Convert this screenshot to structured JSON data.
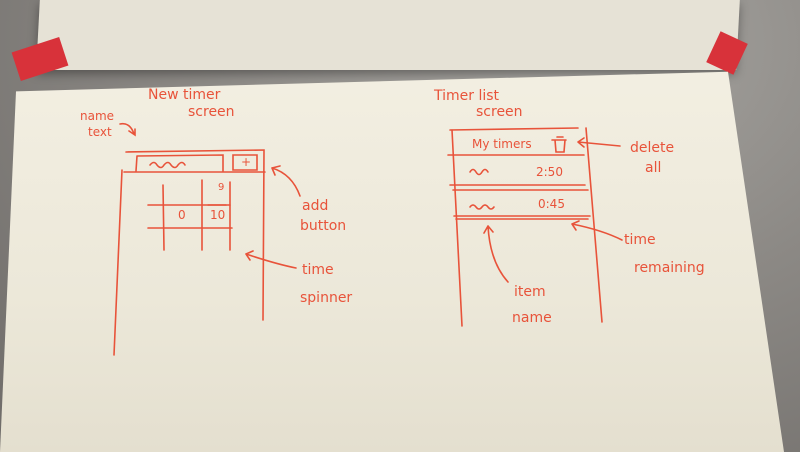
{
  "sketch_left": {
    "title_line1": "New timer",
    "title_line2": "screen",
    "name_text_label_line1": "name",
    "name_text_label_line2": "text",
    "add_button_glyph": "+",
    "spinner_hours": "0",
    "spinner_minutes": "10",
    "spinner_above": "9",
    "add_button_label_line1": "add",
    "add_button_label_line2": "button",
    "time_spinner_label_line1": "time",
    "time_spinner_label_line2": "spinner"
  },
  "sketch_right": {
    "title_line1": "Timer list",
    "title_line2": "screen",
    "header_title": "My timers",
    "trash_icon": "trash-icon",
    "delete_all_label_line1": "delete",
    "delete_all_label_line2": "all",
    "items": [
      {
        "time": "2:50"
      },
      {
        "time": "0:45"
      }
    ],
    "time_remaining_label_line1": "time",
    "time_remaining_label_line2": "remaining",
    "item_name_label_line1": "item",
    "item_name_label_line2": "name"
  },
  "colors": {
    "ink": "#e8533a",
    "paper": "#efeadc",
    "ribbon": "#d8323a"
  }
}
